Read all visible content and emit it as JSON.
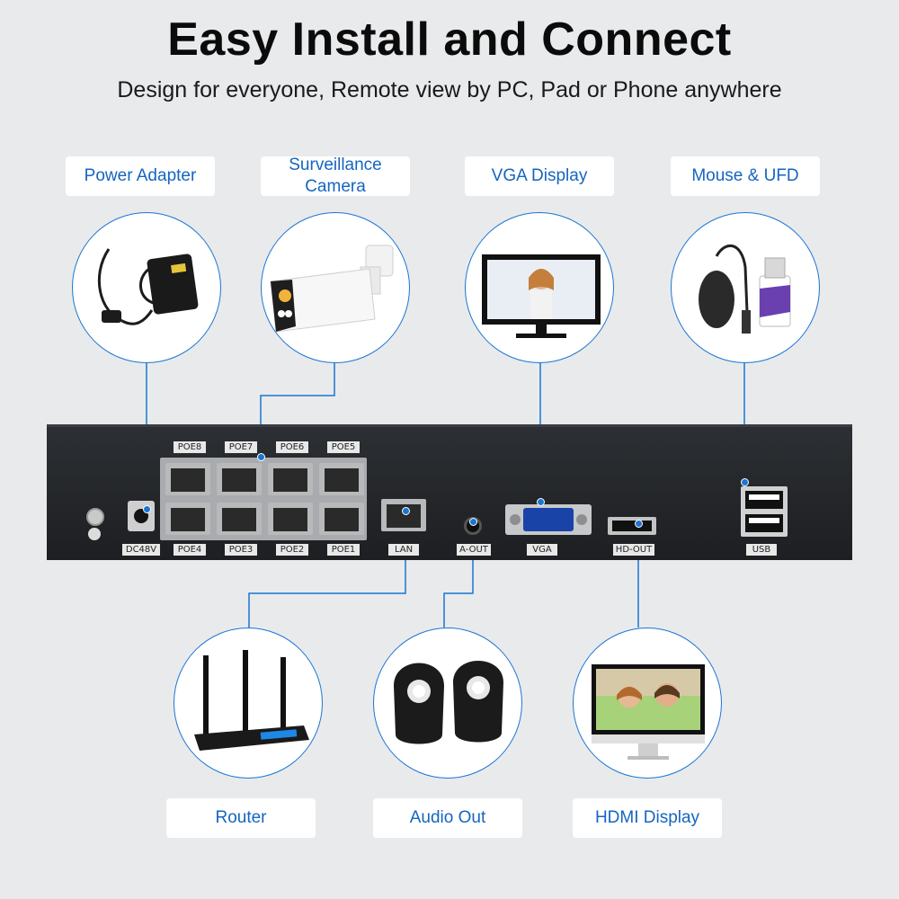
{
  "header": {
    "title": "Easy Install and Connect",
    "subtitle": "Design for everyone, Remote view by PC, Pad or Phone anywhere"
  },
  "devices_top": [
    {
      "label": "Power Adapter",
      "icon": "power-adapter-icon"
    },
    {
      "label": "Surveillance Camera",
      "icon": "bullet-camera-icon"
    },
    {
      "label": "VGA Display",
      "icon": "monitor-icon"
    },
    {
      "label": "Mouse & UFD",
      "icon": "mouse-usb-drive-icon"
    }
  ],
  "devices_bottom": [
    {
      "label": "Router",
      "icon": "router-icon"
    },
    {
      "label": "Audio Out",
      "icon": "speakers-icon"
    },
    {
      "label": "HDMI Display",
      "icon": "hdmi-monitor-icon"
    }
  ],
  "nvr_ports": {
    "power": "DC48V",
    "poe_top": [
      "POE8",
      "POE7",
      "POE6",
      "POE5"
    ],
    "poe_bottom": [
      "POE4",
      "POE3",
      "POE2",
      "POE1"
    ],
    "lan": "LAN",
    "audio": "A-OUT",
    "vga": "VGA",
    "hdmi": "HD-OUT",
    "usb": "USB"
  },
  "colors": {
    "accent": "#1976d2",
    "label_text": "#1565c0",
    "background": "#e9eaec",
    "device_body": "#222427"
  }
}
